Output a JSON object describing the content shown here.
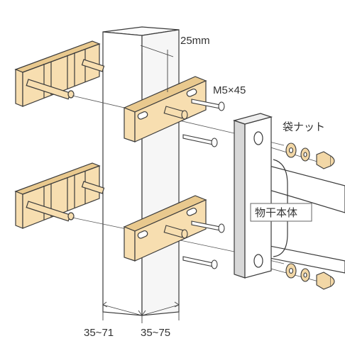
{
  "labels": {
    "spacing": "25mm",
    "bolt": "M5×45",
    "cap_nut": "袋ナット",
    "body": "物干本体",
    "dim_left": "35~71",
    "dim_right": "35~75"
  },
  "colors": {
    "wood": "#f7deb0",
    "wood_shade": "#e9c98e",
    "outline": "#3a3a3a",
    "metal": "#ffffff",
    "metal_shade": "#d8d8d8",
    "washer": "#f2d7a6"
  },
  "icons": {
    "post": "square-post",
    "bracket": "wooden-bracket",
    "plate": "slotted-plate",
    "bolt": "bolt-icon",
    "nut": "cap-nut-icon"
  }
}
